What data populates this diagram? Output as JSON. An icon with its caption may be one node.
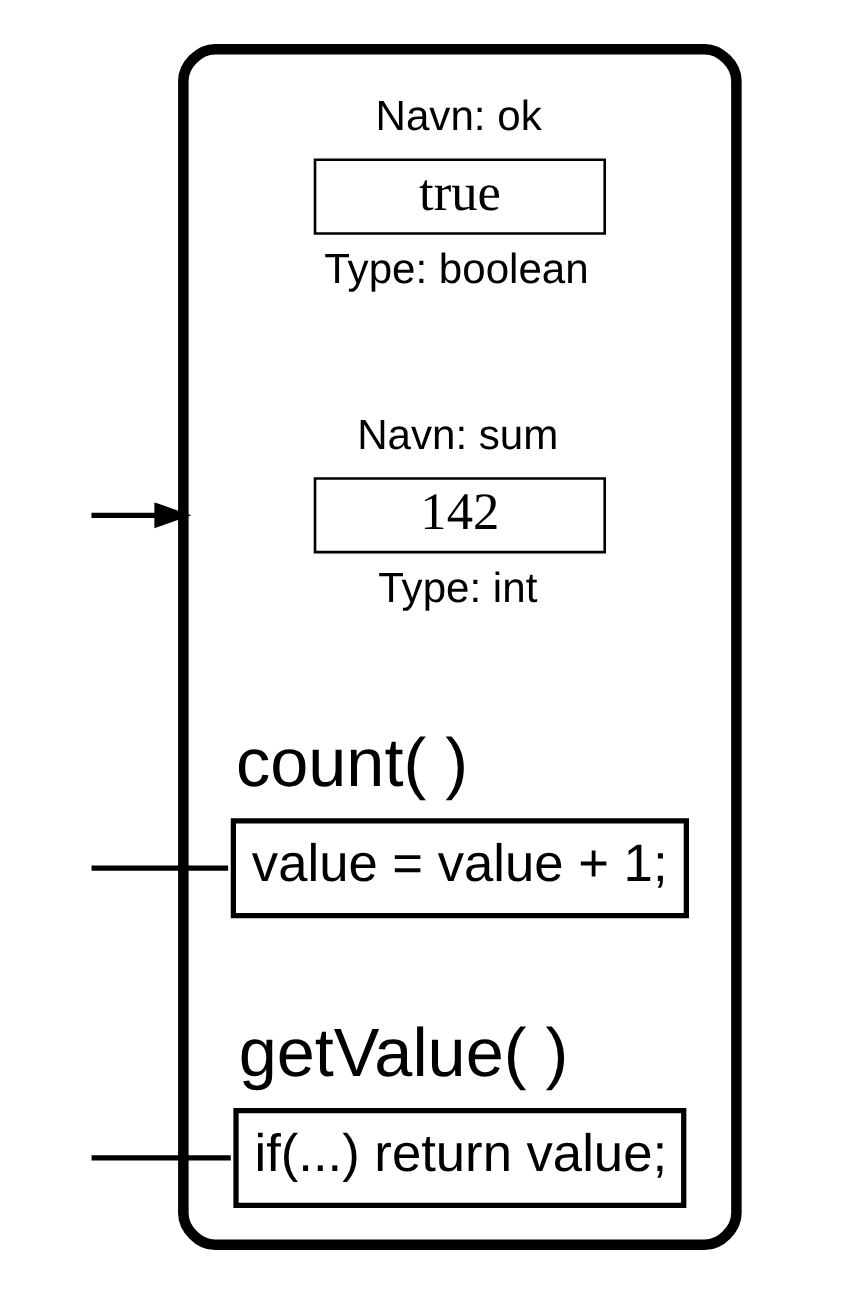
{
  "diagram": {
    "nodes": [
      {
        "text": [],
        "shape": "box"
      },
      {
        "text": [
          "Navn: sum",
          "142",
          "Type: int"
        ],
        "in": 0
      },
      {
        "text": [
          "Navn: ok",
          "true",
          "Type: boolean"
        ],
        "in": 0
      },
      {
        "text": [
          "count( )",
          "value = value + 1;"
        ],
        "in": 0
      },
      {
        "text": [
          "getValue( )",
          "if(...) return value;"
        ],
        "in": 0
      }
    ],
    "edges": [
      {
        "from": null,
        "to": 0,
        "arrow": "to"
      },
      {
        "from": null,
        "to": 3,
        "arrow": "none"
      },
      {
        "from": null,
        "to": 4,
        "arrow": "none"
      }
    ]
  }
}
